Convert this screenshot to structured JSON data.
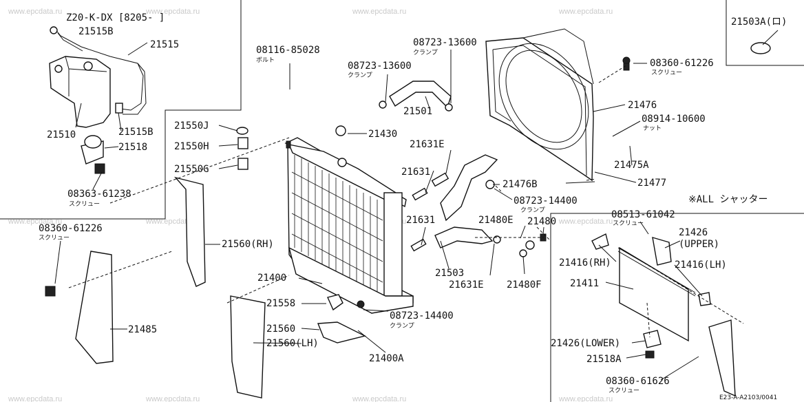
{
  "watermark": "www.epcdata.ru",
  "header": {
    "model_note": "Z20-K-DX [8205-  ]"
  },
  "corner_box": {
    "part": "21503A(ロ)"
  },
  "option_box": {
    "title": "※ALL シャッター"
  },
  "labels": {
    "p21515B": "21515B",
    "p21515": "21515",
    "p21510": "21510",
    "p21515B_2": "21515B",
    "p21518": "21518",
    "p08363": "08363-61238",
    "p08363_sub": "スクリュー",
    "p08116": "08116-85028",
    "p08116_sub": "ボルト",
    "p08723a": "08723-13600",
    "p08723a_sub": "クランプ",
    "p08723b": "08723-13600",
    "p08723b_sub": "クランプ",
    "p21501": "21501",
    "p08360a": "08360-61226",
    "p08360a_sub": "スクリュー",
    "p21476": "21476",
    "p08914": "08914-10600",
    "p08914_sub": "ナット",
    "p21475A": "21475A",
    "p21550J": "21550J",
    "p21550H": "21550H",
    "p21550G": "21550G",
    "p21430": "21430",
    "p21631E": "21631E",
    "p21631a": "21631",
    "p21476B": "21476B",
    "p21477": "21477",
    "p08723c": "08723-14400",
    "p08723c_sub": "クランプ",
    "p08360b": "08360-61226",
    "p08360b_sub": "スクリュー",
    "p21560RH": "21560(RH)",
    "p21631b": "21631",
    "p21480E": "21480E",
    "p21480": "21480",
    "p21503": "21503",
    "p21631E_2": "21631E",
    "p21480F": "21480F",
    "p21400": "21400",
    "p21558": "21558",
    "p08723d": "08723-14400",
    "p08723d_sub": "クランプ",
    "p21560": "21560",
    "p21560LH": "21560(LH)",
    "p21400A": "21400A",
    "p21485": "21485",
    "p08513": "08513-61042",
    "p08513_sub": "スクリュー",
    "p21426U": "21426",
    "p21426U_sub": "(UPPER)",
    "p21416RH": "21416(RH)",
    "p21416LH": "21416(LH)",
    "p21411": "21411",
    "p21426L": "21426(LOWER)",
    "p21518A": "21518A",
    "p08360c": "08360-61626",
    "p08360c_sub": "スクリュー"
  },
  "footer": {
    "ref_code": "E23-A-A2103/0041"
  }
}
